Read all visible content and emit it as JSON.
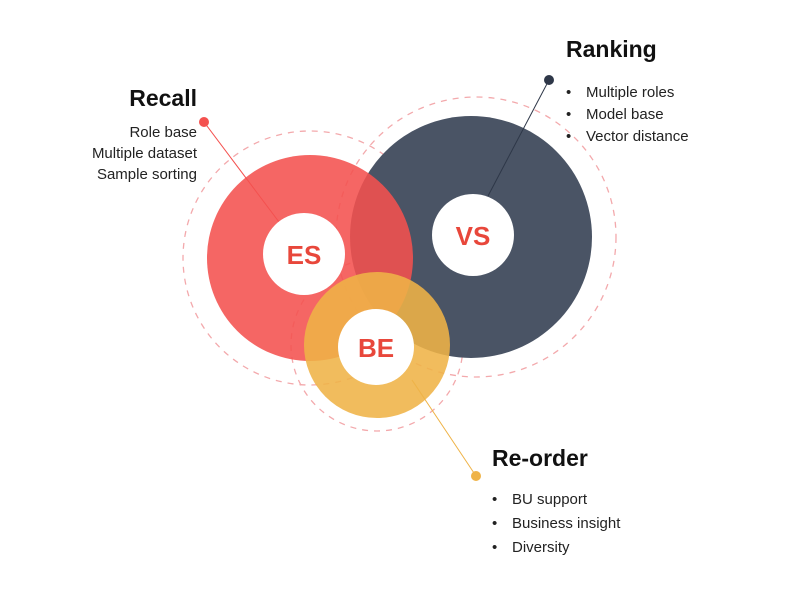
{
  "colors": {
    "es": "#f4514f",
    "vs": "#4a5465",
    "be": "#efb347",
    "ring": "#f3a9ac",
    "badge_text": "#e8473b"
  },
  "circles": {
    "es": {
      "label": "ES"
    },
    "vs": {
      "label": "VS"
    },
    "be": {
      "label": "BE"
    }
  },
  "recall": {
    "title": "Recall",
    "items": [
      "Role base",
      "Multiple dataset",
      "Sample sorting"
    ]
  },
  "ranking": {
    "title": "Ranking",
    "bullet": "•",
    "items": [
      "Multiple roles",
      "Model base",
      "Vector distance"
    ]
  },
  "reorder": {
    "title": "Re-order",
    "bullet": "•",
    "items": [
      "BU support",
      "Business insight",
      "Diversity"
    ]
  }
}
